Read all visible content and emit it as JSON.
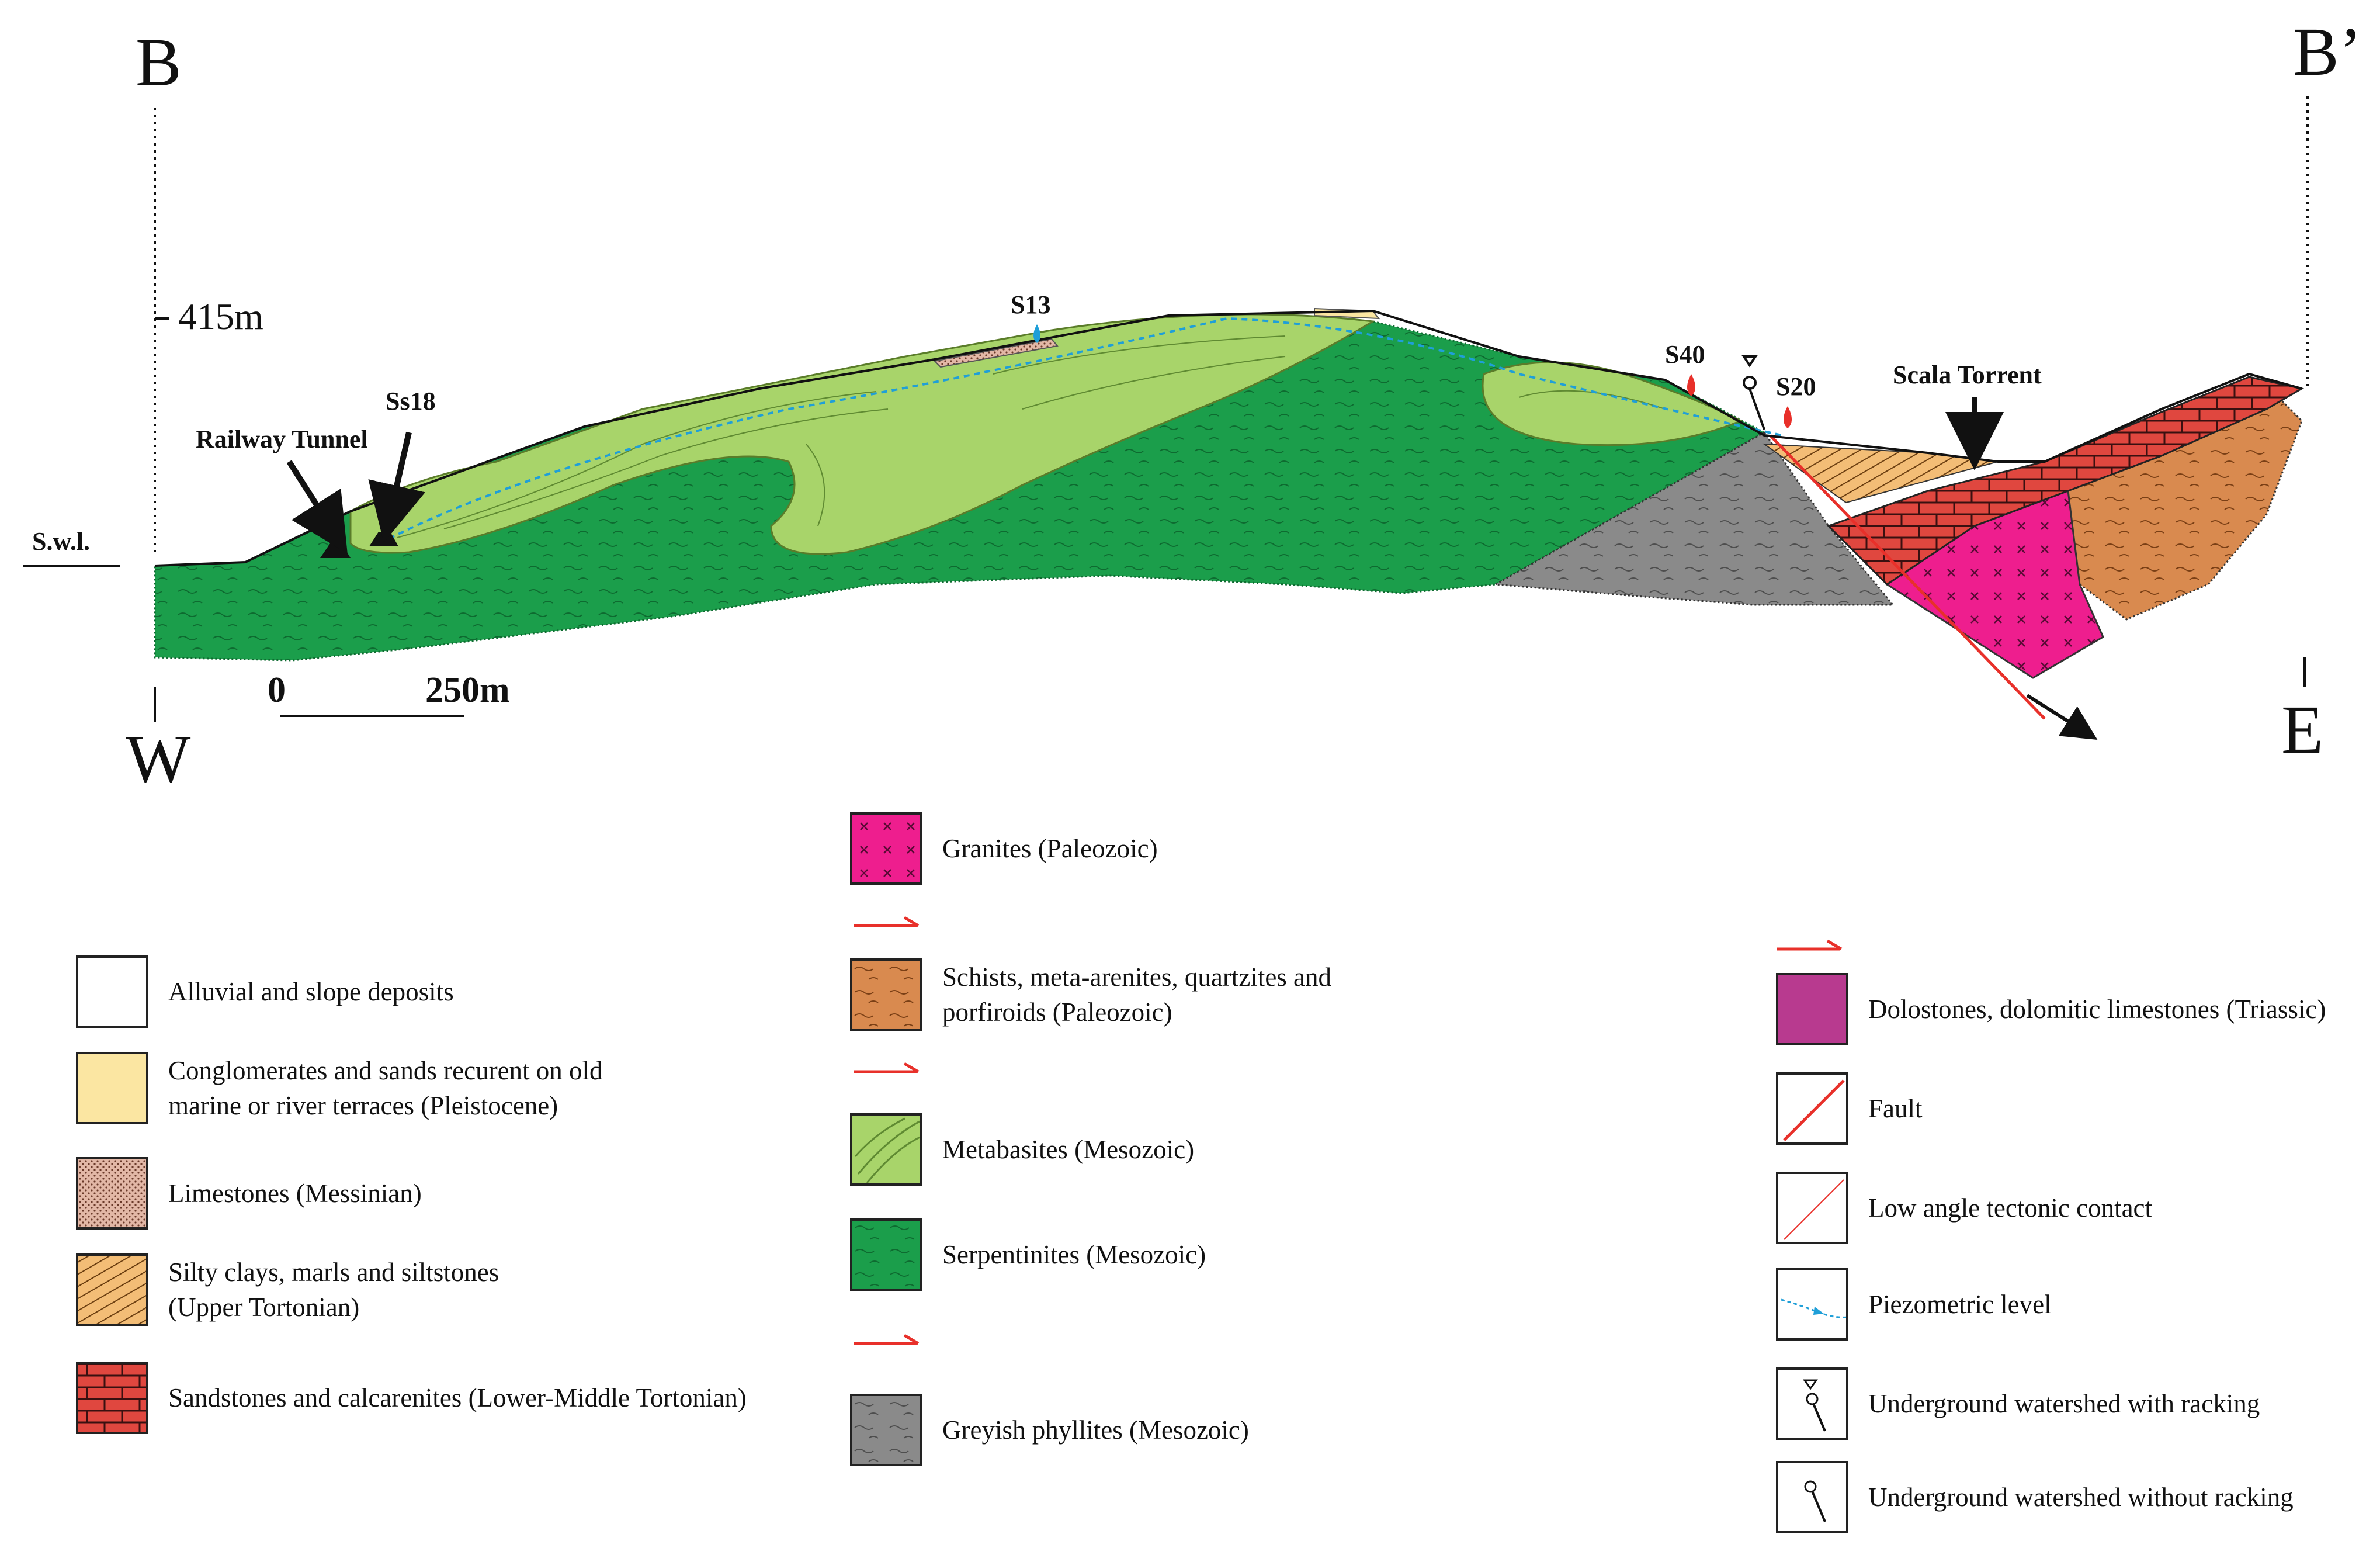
{
  "section": {
    "left_letter": "B",
    "right_letter": "B’",
    "west": "W",
    "east": "E",
    "elevation": "415m",
    "sea_level": "S.w.l.",
    "scale_zero": "0",
    "scale_end": "250m",
    "labels": {
      "railway_tunnel": "Railway Tunnel",
      "ss18": "Ss18",
      "s13": "S13",
      "s40": "S40",
      "s20": "S20",
      "scala_torrent": "Scala Torrent"
    }
  },
  "legend": {
    "col1": [
      {
        "lines": [
          "Alluvial and slope deposits"
        ],
        "color": "#ffffff",
        "pattern": "none"
      },
      {
        "lines": [
          "Conglomerates and sands recurent on old",
          "marine or river terraces (Pleistocene)"
        ],
        "color": "#fbe6a2",
        "pattern": "none"
      },
      {
        "lines": [
          "Limestones (Messinian)"
        ],
        "color": "#e2b7a6",
        "pattern": "dots"
      },
      {
        "lines": [
          "Silty clays, marls and siltstones",
          "(Upper Tortonian)"
        ],
        "color": "#f3bd76",
        "pattern": "hatch"
      },
      {
        "lines": [
          "Sandstones and calcarenites (Lower-Middle Tortonian)"
        ],
        "color": "#e0473f",
        "pattern": "bricks"
      }
    ],
    "col2": [
      {
        "lines": [
          "Granites (Paleozoic)"
        ],
        "color": "#ee1e8e",
        "pattern": "crosses"
      },
      {
        "lines": [
          "Schists, meta-arenites, quartzites and",
          "porfiroids (Paleozoic)"
        ],
        "color": "#d98a4f",
        "pattern": "squiggle"
      },
      {
        "lines": [
          "Metabasites (Mesozoic)"
        ],
        "color": "#a8d46a",
        "pattern": "contours"
      },
      {
        "lines": [
          "Serpentinites (Mesozoic)"
        ],
        "color": "#1b9e4b",
        "pattern": "squiggle"
      },
      {
        "lines": [
          "Greyish phyllites (Mesozoic)"
        ],
        "color": "#8a8a8a",
        "pattern": "squiggle"
      }
    ],
    "col3": [
      {
        "lines": [
          "Dolostones, dolomitic limestones (Triassic)"
        ],
        "color": "#b83a8f",
        "pattern": "none",
        "symbol": "box"
      },
      {
        "lines": [
          "Fault"
        ],
        "symbol": "fault"
      },
      {
        "lines": [
          "Low angle tectonic contact"
        ],
        "symbol": "contact"
      },
      {
        "lines": [
          "Piezometric level"
        ],
        "symbol": "piezo"
      },
      {
        "lines": [
          "Underground watershed with racking"
        ],
        "symbol": "watershed-racking"
      },
      {
        "lines": [
          "Underground watershed without racking"
        ],
        "symbol": "watershed"
      }
    ]
  },
  "colors": {
    "serpentinite": "#1b9e4b",
    "metabasite": "#a8d46a",
    "phyllite": "#8a8a8a",
    "schist": "#d98a4f",
    "granite": "#ee1e8e",
    "sandstone": "#e0473f",
    "siltyclay": "#f3bd76",
    "conglomerate": "#fbe6a2",
    "piezometric": "#1f9fd8",
    "fault": "#e8302a"
  }
}
